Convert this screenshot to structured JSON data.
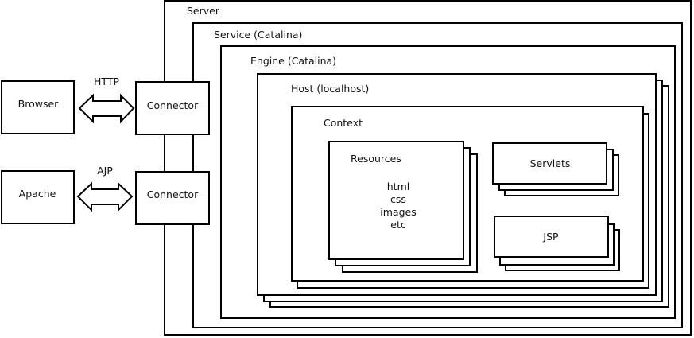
{
  "diagram": {
    "title": "Tomcat architecture",
    "containers": {
      "server": "Server",
      "service": "Service (Catalina)",
      "engine": "Engine (Catalina)",
      "host": "Host (localhost)",
      "context": "Context"
    },
    "components": {
      "resources": {
        "label": "Resources",
        "items": [
          "html",
          "css",
          "images",
          "etc"
        ]
      },
      "servlets": "Servlets",
      "jsp": "JSP"
    },
    "clients": {
      "browser": "Browser",
      "apache": "Apache"
    },
    "connectors": {
      "http_connector": "Connector",
      "ajp_connector": "Connector"
    },
    "protocols": {
      "http": "HTTP",
      "ajp": "AJP"
    },
    "colors": {
      "stroke": "#000000",
      "fill": "#ffffff"
    }
  }
}
